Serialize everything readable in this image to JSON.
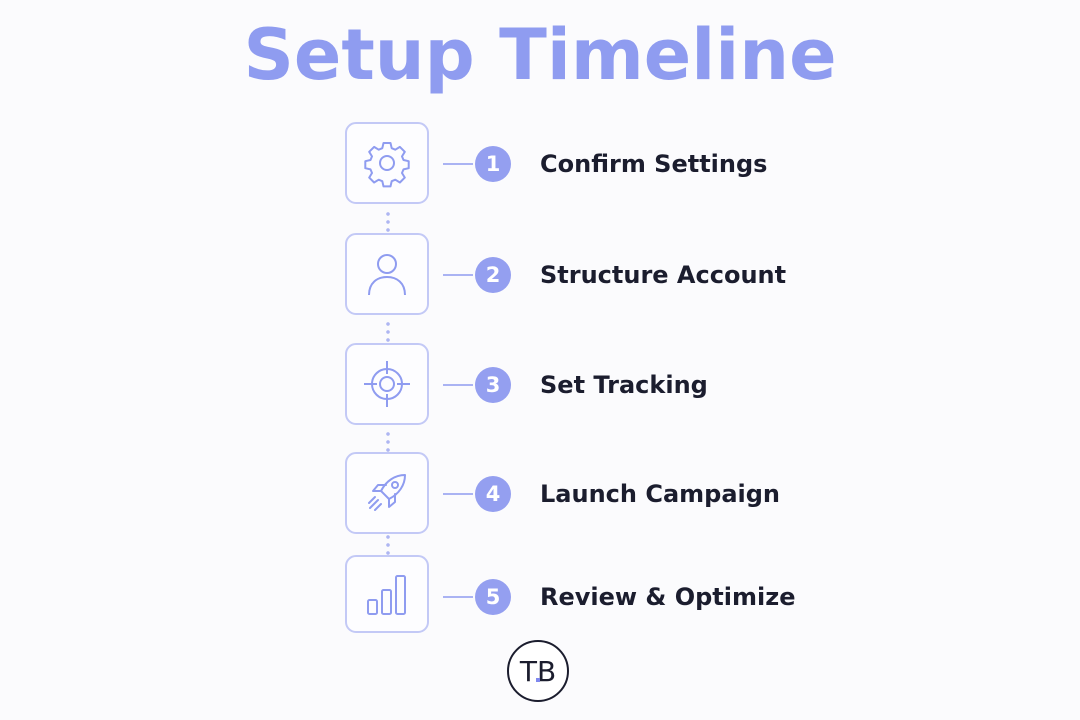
{
  "title": "Setup Timeline",
  "steps": [
    {
      "number": "1",
      "label": "Confirm Settings",
      "icon": "gear-icon"
    },
    {
      "number": "2",
      "label": "Structure Account",
      "icon": "user-icon"
    },
    {
      "number": "3",
      "label": "Set Tracking",
      "icon": "target-icon"
    },
    {
      "number": "4",
      "label": "Launch Campaign",
      "icon": "rocket-icon"
    },
    {
      "number": "5",
      "label": "Review & Optimize",
      "icon": "bar-chart-icon"
    }
  ],
  "logo": {
    "text": "TB"
  },
  "colors": {
    "accent": "#949ff0",
    "title": "#8f9cf0",
    "icon_stroke": "#8f9cf0",
    "box_border": "#c3c9f6",
    "text": "#1b1d2e"
  }
}
